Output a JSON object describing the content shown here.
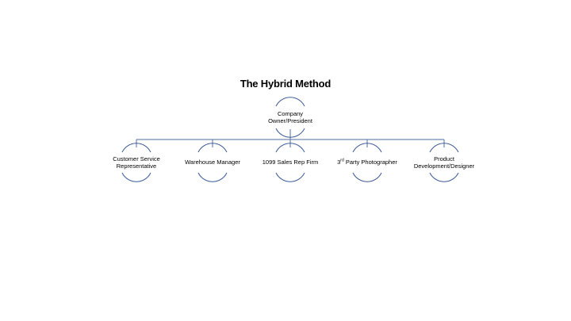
{
  "title": "The Hybrid Method",
  "colors": {
    "connector": "#4f6f9f",
    "arc": "#3b5998"
  },
  "root": {
    "line1": "Company",
    "line2": "Owner/President"
  },
  "children": [
    {
      "line1": "Customer Service",
      "line2": "Representative"
    },
    {
      "line1": "Warehouse Manager"
    },
    {
      "line1": "1099 Sales Rep Firm"
    },
    {
      "line1": "3",
      "sup": "rd",
      "rest": " Party Photographer"
    },
    {
      "line1": "Product",
      "line2": "Development/Designer"
    }
  ]
}
